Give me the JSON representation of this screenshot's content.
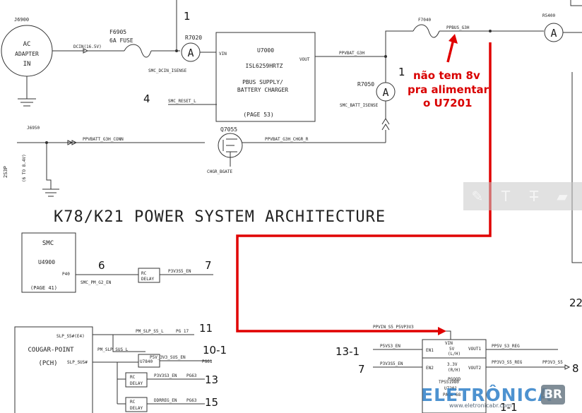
{
  "title": "K78/K21 POWER SYSTEM ARCHITECTURE",
  "annotation": [
    "não tem 8v",
    "pra alimentar",
    "o U7201"
  ],
  "ac_adapter": {
    "ref": "J6900",
    "lines": [
      "AC",
      "ADAPTER",
      "IN"
    ]
  },
  "fuse_main": {
    "ref": "F6905",
    "value": "6A FUSE"
  },
  "dcin_net": "DCIN(16.5V)",
  "r7020": {
    "ref": "R7020",
    "symbol": "A",
    "net": "SMC_DCIN_ISENSE"
  },
  "charger": {
    "ref": "U7000",
    "part": "ISL6259HRTZ",
    "lines": [
      "PBUS SUPPLY/",
      "BATTERY CHARGER"
    ],
    "page": "(PAGE 53)",
    "pin_in": "VIN",
    "pin_out": "VOUT"
  },
  "smc_reset": "SMC_RESET_L",
  "ppvbat": "PPVBAT_G3H",
  "fuse_pbus": {
    "ref": "F7040",
    "net": "PPBUS_G3H"
  },
  "r5400": {
    "ref": "R5400",
    "symbol": "A"
  },
  "r7050": {
    "ref": "R7050",
    "symbol": "A",
    "net": "SMC_BATT_ISENSE"
  },
  "battery": {
    "ref": "J6950",
    "net": "PPVBATT_G3H_CONN",
    "lines": [
      "2S3P",
      "(6 TO 8.4V)"
    ]
  },
  "q7055": {
    "ref": "Q7055",
    "gate": "CHGR_BGATE",
    "net": "PPVBAT_G3H_CHGR_R"
  },
  "smc": {
    "name": "SMC",
    "ref": "U4900",
    "page": "(PAGE 41)",
    "pin": "P40",
    "net": "SMC_PM_G2_EN"
  },
  "rc_delay": {
    "label": "RC",
    "sub": "DELAY"
  },
  "net_p3v3s5": "P3V3S5_EN",
  "pch": {
    "name": "COUGAR-POINT",
    "sub": "(PCH)",
    "pin1": "SLP_S5#(E4)",
    "pin2": "SLP_SUS#"
  },
  "pm_slp_s5": "PM_SLP_S5_L",
  "pm_slp_s5_page": "PG 17",
  "pm_slp_sus": "PM_SLP_SUS_L",
  "u7840": "U7840",
  "p5v3v3": "P5V_3V3_SUS_EN",
  "page61": "PG61",
  "p3v3s3": "P3V3S3_EN",
  "ddrreg": "DDRREG_EN",
  "page63": "PG63",
  "ppvin": "PPVIN_S5_P5VP3V3",
  "tps": {
    "pin_vin": "VIN",
    "l1": "5V",
    "l2": "(L/H)",
    "l3": "3.3V",
    "l4": "(R/H)",
    "part": "TPS51980",
    "ref": "U7201",
    "page": "PAGE 68",
    "pg": "PGOOD",
    "en1": "EN1",
    "en2": "EN2",
    "vout1": "VOUT1",
    "vout2": "VOUT2"
  },
  "p5vs3": "P5VS3_EN",
  "p3v3s5_en2": "P3V3S5_EN",
  "pp5v_s3": "PP5V_S3_REG",
  "pp3v3_s5": "PP3V3_S5_REG",
  "pp3v3_s5b": "PP3V3_S5",
  "numbers": {
    "n1a": "1",
    "n4": "4",
    "n1b": "1",
    "n6": "6",
    "n7": "7",
    "n11": "11",
    "n10": "10-1",
    "n13": "13",
    "n15": "15",
    "n131": "13-1",
    "n7b": "7",
    "n22": "22",
    "n8": "8",
    "n41": "1-1"
  },
  "logo": {
    "word": "ELETRÔNICA",
    "badge": "BR",
    "site": "www.eletronicabr.com"
  },
  "toolbar_icons": [
    "pencil-icon",
    "text-icon",
    "strikethrough-text-icon",
    "eraser-icon"
  ]
}
